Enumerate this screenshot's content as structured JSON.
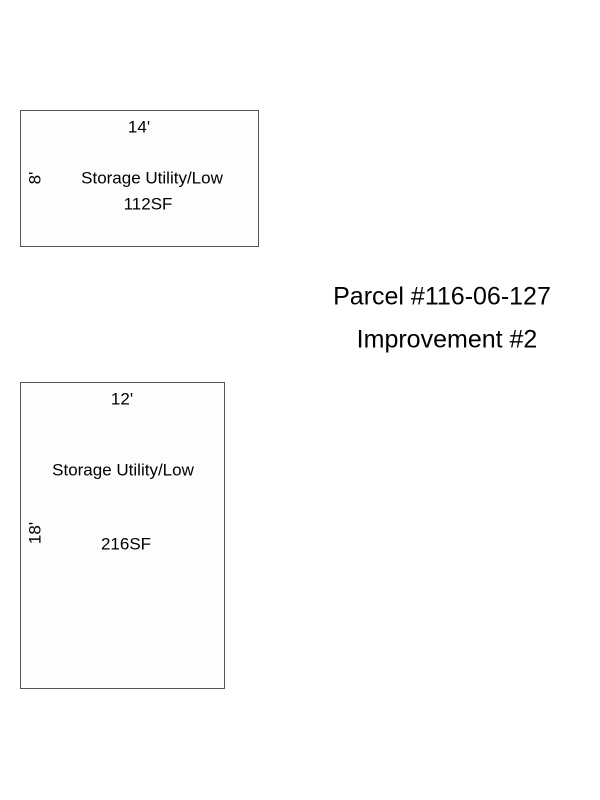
{
  "structures": [
    {
      "width_label": "14'",
      "depth_label": "8'",
      "use": "Storage Utility/Low",
      "area": "112SF"
    },
    {
      "width_label": "12'",
      "depth_label": "18'",
      "use": "Storage Utility/Low",
      "area": "216SF"
    }
  ],
  "parcel": {
    "number": "Parcel #116-06-127",
    "improvement": "Improvement #2"
  }
}
